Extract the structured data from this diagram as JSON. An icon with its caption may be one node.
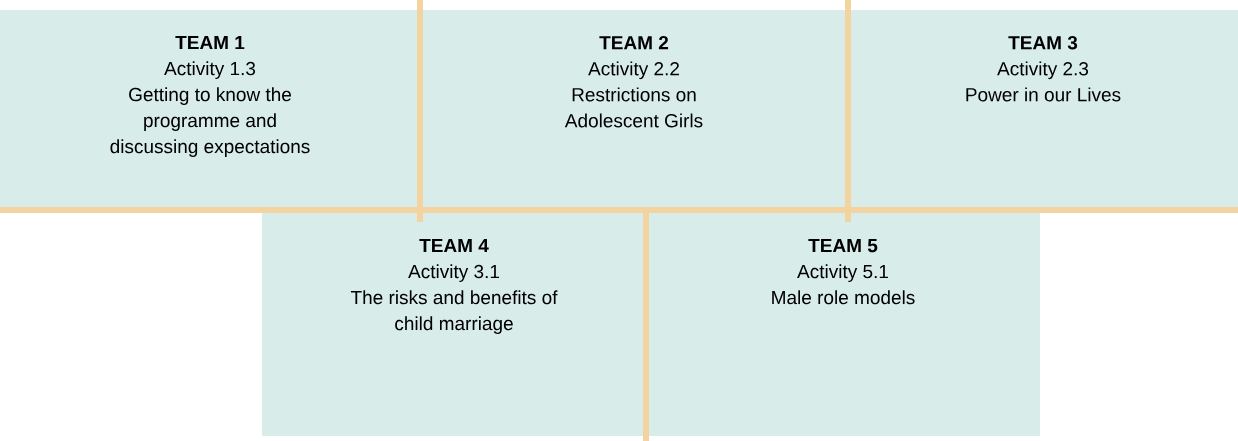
{
  "diagram": {
    "nodes": [
      {
        "text": [
          "TEAM 1",
          "Activity 1.3",
          "Getting to know the programme and discussing expectations"
        ]
      },
      {
        "text": [
          "TEAM 2",
          "Activity 2.2",
          "Restrictions on Adolescent Girls"
        ]
      },
      {
        "text": [
          "TEAM 3",
          "Activity 2.3",
          "Power in our Lives"
        ]
      },
      {
        "text": [
          "TEAM 4",
          "Activity 3.1",
          "The risks and benefits of child marriage"
        ]
      },
      {
        "text": [
          "TEAM 5",
          "Activity 5.1",
          "Male role models"
        ]
      }
    ]
  }
}
